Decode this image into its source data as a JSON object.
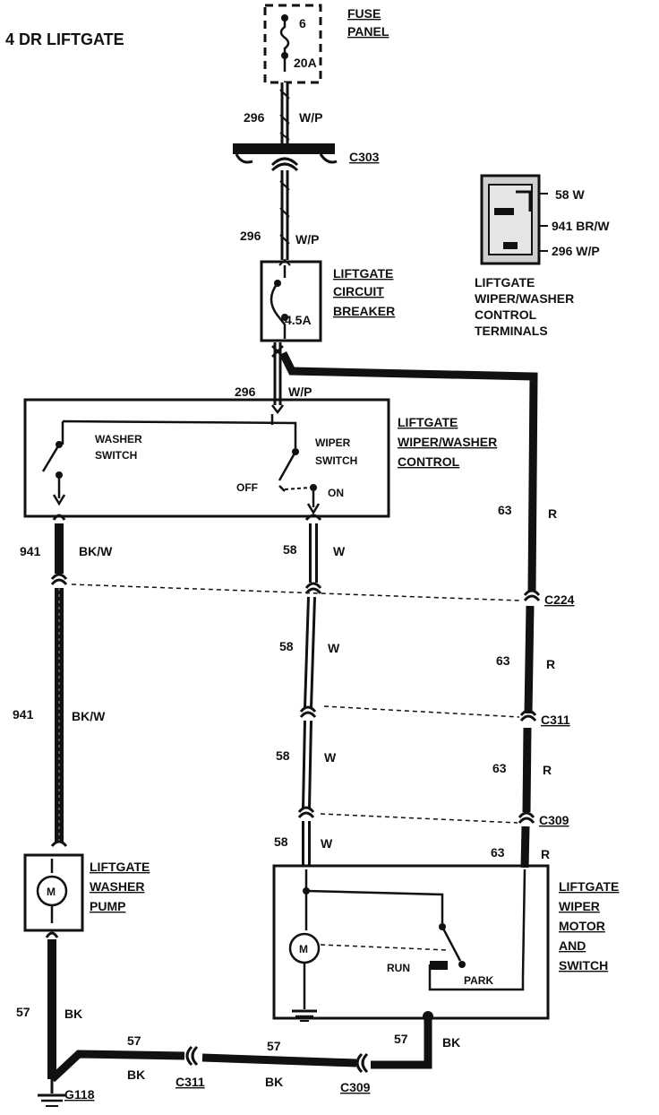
{
  "title": "4 DR LIFTGATE",
  "fuse": {
    "number": "6",
    "rating": "20A",
    "label_line1": "FUSE",
    "label_line2": "PANEL"
  },
  "connectors": {
    "c303": "C303",
    "c224": "C224",
    "c311_right": "C311",
    "c309_right": "C309",
    "c311_bottom": "C311",
    "c309_bottom": "C309",
    "g118": "G118"
  },
  "wires": {
    "w296_a_num": "296",
    "w296_a_color": "W/P",
    "w296_b_num": "296",
    "w296_b_color": "W/P",
    "w296_c_num": "296",
    "w296_c_color": "W/P",
    "w941_a_num": "941",
    "w941_a_color": "BK/W",
    "w941_b_num": "941",
    "w941_b_color": "BK/W",
    "w58_a_num": "58",
    "w58_a_color": "W",
    "w58_b_num": "58",
    "w58_b_color": "W",
    "w58_c_num": "58",
    "w58_c_color": "W",
    "w58_d_num": "58",
    "w58_d_color": "W",
    "w63_a_num": "63",
    "w63_a_color": "R",
    "w63_b_num": "63",
    "w63_b_color": "R",
    "w63_c_num": "63",
    "w63_c_color": "R",
    "w63_d_num": "63",
    "w63_d_color": "R",
    "w57_a_num": "57",
    "w57_a_color": "BK",
    "w57_b_num": "57",
    "w57_b_color": "BK",
    "w57_c_num": "57",
    "w57_c_color": "BK",
    "w57_d_num": "57",
    "w57_d_color": "BK"
  },
  "breaker": {
    "rating": "4.5A",
    "label_line1": "LIFTGATE",
    "label_line2": "CIRCUIT",
    "label_line3": "BREAKER"
  },
  "control": {
    "label_line1": "LIFTGATE",
    "label_line2": "WIPER/WASHER",
    "label_line3": "CONTROL",
    "washer_line1": "WASHER",
    "washer_line2": "SWITCH",
    "wiper_line1": "WIPER",
    "wiper_line2": "SWITCH",
    "off": "OFF",
    "on": "ON"
  },
  "terminals": {
    "pin1": "58 W",
    "pin2": "941 BR/W",
    "pin3": "296 W/P",
    "label_line1": "LIFTGATE",
    "label_line2": "WIPER/WASHER",
    "label_line3": "CONTROL",
    "label_line4": "TERMINALS"
  },
  "pump": {
    "motor": "M",
    "label_line1": "LIFTGATE",
    "label_line2": "WASHER",
    "label_line3": "PUMP"
  },
  "wiper_motor": {
    "motor": "M",
    "run": "RUN",
    "park": "PARK",
    "label_line1": "LIFTGATE",
    "label_line2": "WIPER",
    "label_line3": "MOTOR",
    "label_line4": "AND",
    "label_line5": "SWITCH"
  }
}
